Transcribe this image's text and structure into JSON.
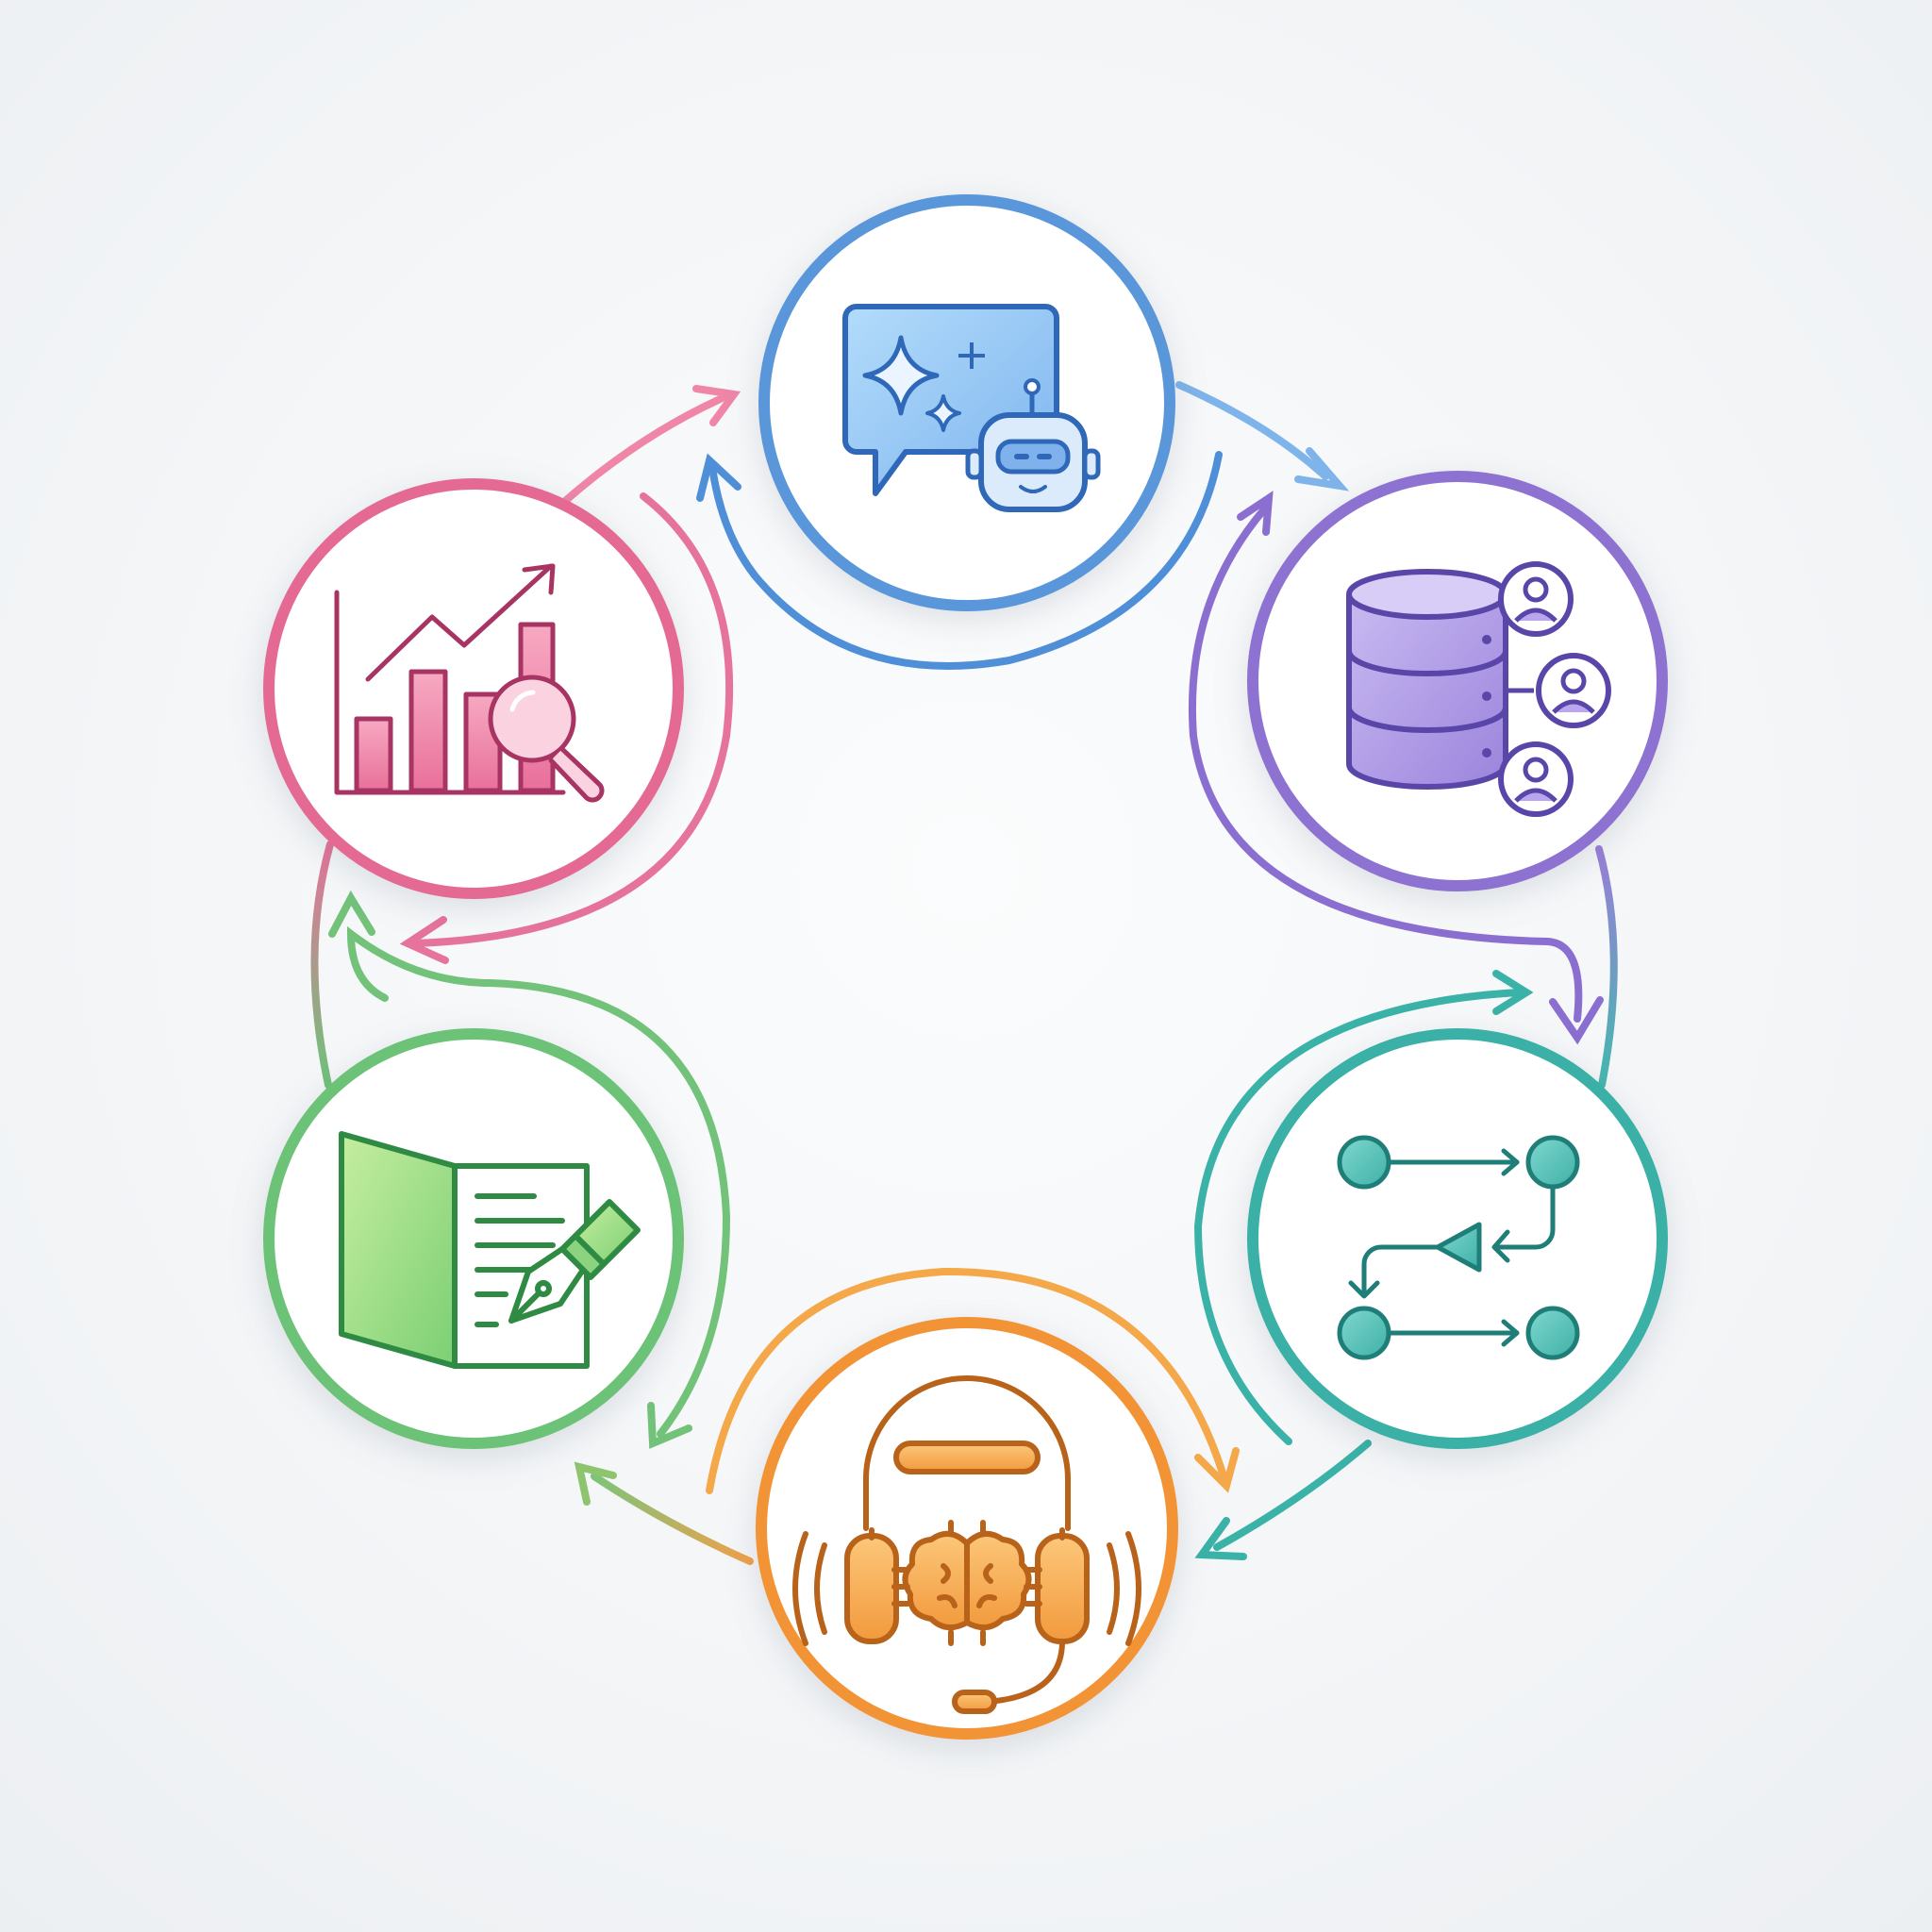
{
  "diagram": {
    "type": "cycle",
    "node_count": 6,
    "nodes": [
      {
        "id": "ai-assistant",
        "icon": "chat-robot-sparkle-icon",
        "color": "#4f8fd8",
        "light": "#a8d2f8"
      },
      {
        "id": "customer-data",
        "icon": "database-users-icon",
        "color": "#8a6fd0",
        "light": "#c4b2ee"
      },
      {
        "id": "workflow",
        "icon": "workflow-nodes-icon",
        "color": "#2fa9a2",
        "light": "#7fd8cf"
      },
      {
        "id": "voice-support",
        "icon": "headset-brain-icon",
        "color": "#f0922e",
        "light": "#fbc06e"
      },
      {
        "id": "documents",
        "icon": "document-pen-icon",
        "color": "#5fbf6b",
        "light": "#b9e89a"
      },
      {
        "id": "analytics",
        "icon": "chart-magnifier-icon",
        "color": "#e2618e",
        "light": "#f7a9c2"
      }
    ],
    "connections": [
      {
        "from": "ai-assistant",
        "to": "customer-data",
        "direction": "clockwise"
      },
      {
        "from": "customer-data",
        "to": "workflow",
        "direction": "clockwise"
      },
      {
        "from": "workflow",
        "to": "voice-support",
        "direction": "clockwise"
      },
      {
        "from": "voice-support",
        "to": "documents",
        "direction": "clockwise"
      },
      {
        "from": "documents",
        "to": "analytics",
        "direction": "clockwise"
      },
      {
        "from": "analytics",
        "to": "ai-assistant",
        "direction": "clockwise"
      }
    ]
  }
}
